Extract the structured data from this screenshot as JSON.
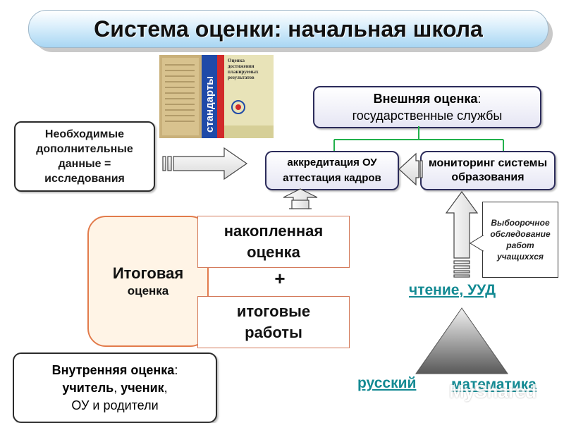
{
  "title": "Система оценки: начальная школа",
  "book": {
    "spine_text": "стандарты",
    "cover_heading": "Оценка достижения планируемых результатов"
  },
  "research": [
    "Необходимые",
    "дополнительные",
    "данные =",
    "исследования"
  ],
  "external": {
    "bold": "Внешняя оценка",
    "colon": ":",
    "rest": "государственные службы"
  },
  "accreditation": [
    "аккредитация ОУ",
    "аттестация кадров"
  ],
  "monitoring": [
    "мониторинг системы",
    "образования"
  ],
  "final": {
    "line1": "итоговая",
    "line2": "оценка"
  },
  "accumulated": [
    "накопленная",
    "оценка"
  ],
  "plus": "+",
  "works": [
    "итоговые",
    "работы"
  ],
  "callout": [
    "Выбоорочное",
    "обследование",
    "работ",
    "учащихxся"
  ],
  "reading": "чтение, УУД",
  "russian": "русский",
  "math": "математика",
  "internal": {
    "bold": "Внутренняя оценка",
    "colon": ":",
    "line2a": "учитель",
    "comma1": ", ",
    "line2b": "ученик",
    "comma2": ",",
    "line3": "ОУ и родители"
  },
  "watermark": "MyShared",
  "colors": {
    "connector": "#22b14c",
    "triangle_light": "#f2f2f2",
    "triangle_dark": "#595959",
    "link": "#138a93",
    "final_border": "#e27b4b"
  }
}
